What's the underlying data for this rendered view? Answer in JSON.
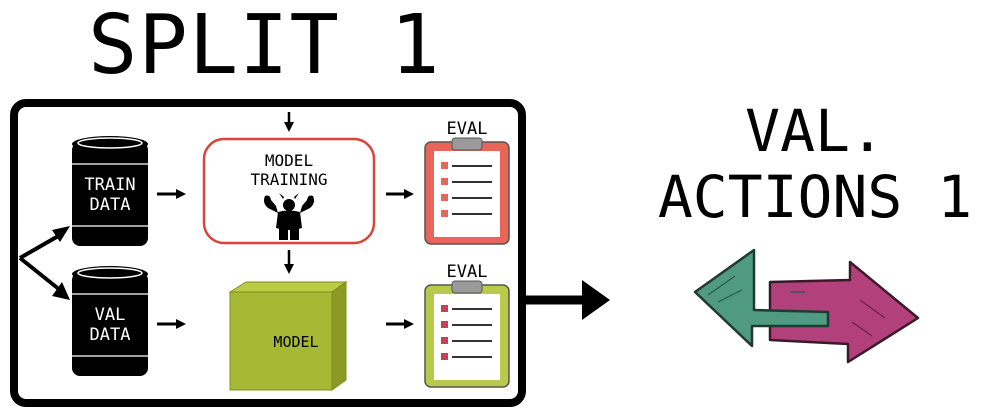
{
  "title": "SPLIT 1",
  "train_data_label": [
    "TRAIN",
    "DATA"
  ],
  "val_data_label": [
    "VAL",
    "DATA"
  ],
  "model_training_label": [
    "MODEL",
    "TRAINING"
  ],
  "model_label": "MODEL",
  "eval_label_top": "EVAL",
  "eval_label_bottom": "EVAL",
  "val_actions_label": [
    "VAL.",
    "ACTIONS 1"
  ],
  "colors": {
    "frame": "#000000",
    "training_border": "#d9453a",
    "model_box": "#a6b934",
    "model_box_dark": "#8a9a22",
    "clipboard_red": "#e8655a",
    "clipboard_green": "#b9c94a",
    "arrow_teal": "#4f9a80",
    "arrow_magenta": "#b2407a"
  },
  "icons": [
    "barrel-icon",
    "strongman-icon",
    "clipboard-icon",
    "double-arrow-icon"
  ]
}
